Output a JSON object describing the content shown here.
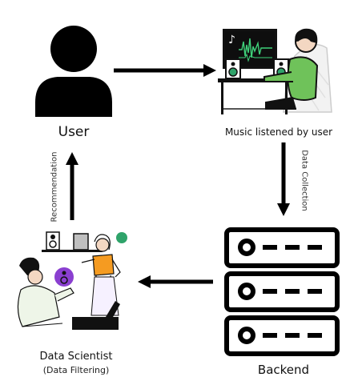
{
  "nodes": {
    "user": {
      "label": "User"
    },
    "music": {
      "label": "Music listened by user"
    },
    "backend": {
      "label": "Backend"
    },
    "scientist": {
      "label": "Data Scientist",
      "sublabel": "(Data Filtering)"
    }
  },
  "edges": {
    "user_to_music": {
      "label": ""
    },
    "music_to_backend": {
      "label": "Data Collection"
    },
    "backend_to_scientist": {
      "label": ""
    },
    "scientist_to_user": {
      "label": "Recommendation"
    }
  },
  "colors": {
    "ink": "#000000",
    "accent_green": "#2fa36a",
    "shirt_green": "#6fc25a",
    "orange": "#f59b21",
    "purple": "#8a3fd0",
    "skin": "#f3d7c2"
  },
  "icons": {
    "user": "person-silhouette-icon",
    "music": "music-listener-illustration",
    "backend": "server-rack-icon",
    "scientist": "data-scientist-illustration"
  }
}
